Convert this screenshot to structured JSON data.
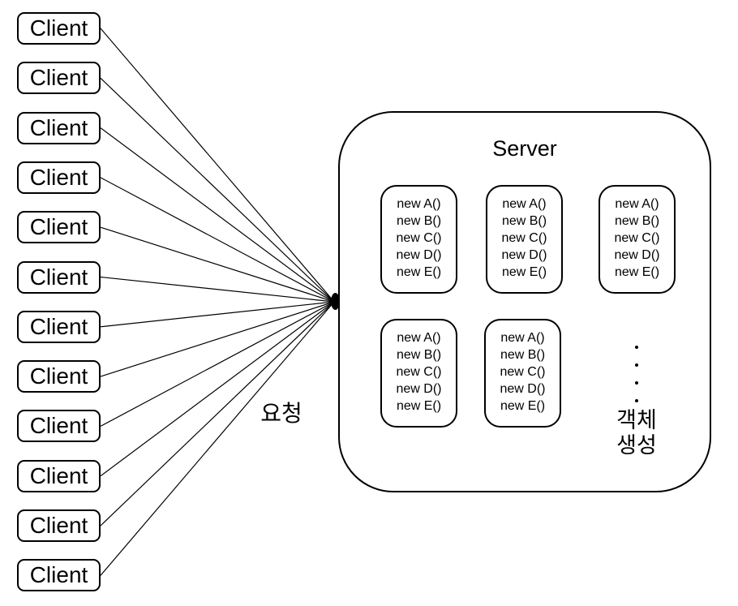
{
  "labels": {
    "request": "요청",
    "creation_line1": "객체",
    "creation_line2": "생성"
  },
  "clients": [
    {
      "label": "Client"
    },
    {
      "label": "Client"
    },
    {
      "label": "Client"
    },
    {
      "label": "Client"
    },
    {
      "label": "Client"
    },
    {
      "label": "Client"
    },
    {
      "label": "Client"
    },
    {
      "label": "Client"
    },
    {
      "label": "Client"
    },
    {
      "label": "Client"
    },
    {
      "label": "Client"
    },
    {
      "label": "Client"
    }
  ],
  "server": {
    "title": "Server",
    "object_boxes": [
      {
        "lines": [
          "new A()",
          "new B()",
          "new C()",
          "new D()",
          "new E()"
        ]
      },
      {
        "lines": [
          "new A()",
          "new B()",
          "new C()",
          "new D()",
          "new E()"
        ]
      },
      {
        "lines": [
          "new A()",
          "new B()",
          "new C()",
          "new D()",
          "new E()"
        ]
      },
      {
        "lines": [
          "new A()",
          "new B()",
          "new C()",
          "new D()",
          "new E()"
        ]
      },
      {
        "lines": [
          "new A()",
          "new B()",
          "new C()",
          "new D()",
          "new E()"
        ]
      }
    ],
    "ellipsis_dot_count": 4
  },
  "colors": {
    "stroke": "#000000",
    "background": "#ffffff"
  }
}
